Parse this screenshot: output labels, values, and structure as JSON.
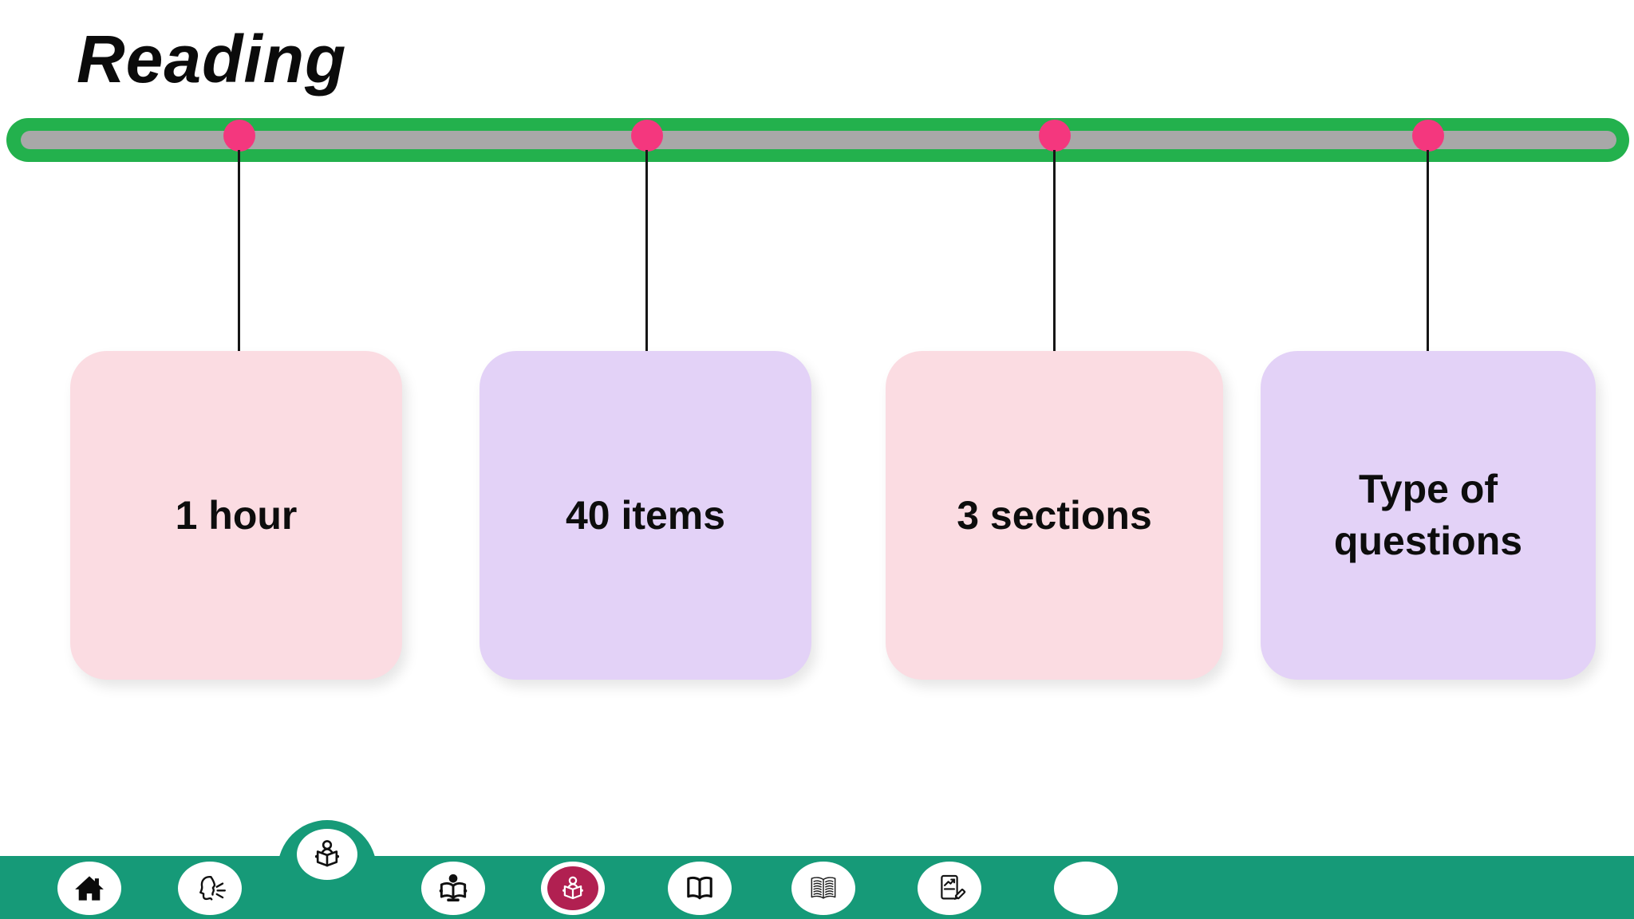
{
  "page": {
    "title": "Reading",
    "background": "#ffffff"
  },
  "timeline": {
    "bar_color": "#23B14D",
    "track_color": "#A8A8A8",
    "dot_color": "#F4377E",
    "stem_color": "#161616",
    "items": [
      {
        "label": "1 hour",
        "card_color": "#FBDCE2"
      },
      {
        "label": "40 items",
        "card_color": "#E3D2F7"
      },
      {
        "label": "3 sections",
        "card_color": "#FBDCE2"
      },
      {
        "label": "Type of questions",
        "card_color": "#E3D2F7"
      }
    ]
  },
  "nav": {
    "bar_color": "#169A78",
    "badge_color": "#B12051",
    "active_index": 2,
    "items": [
      {
        "icon": "home-icon"
      },
      {
        "icon": "speaking-icon"
      },
      {
        "icon": "reading-person-icon",
        "active": true
      },
      {
        "icon": "reading-study-icon"
      },
      {
        "icon": "reading-badge-icon"
      },
      {
        "icon": "open-book-icon"
      },
      {
        "icon": "book-pages-icon"
      },
      {
        "icon": "report-pencil-icon"
      },
      {
        "icon": "blank-circle"
      }
    ]
  }
}
